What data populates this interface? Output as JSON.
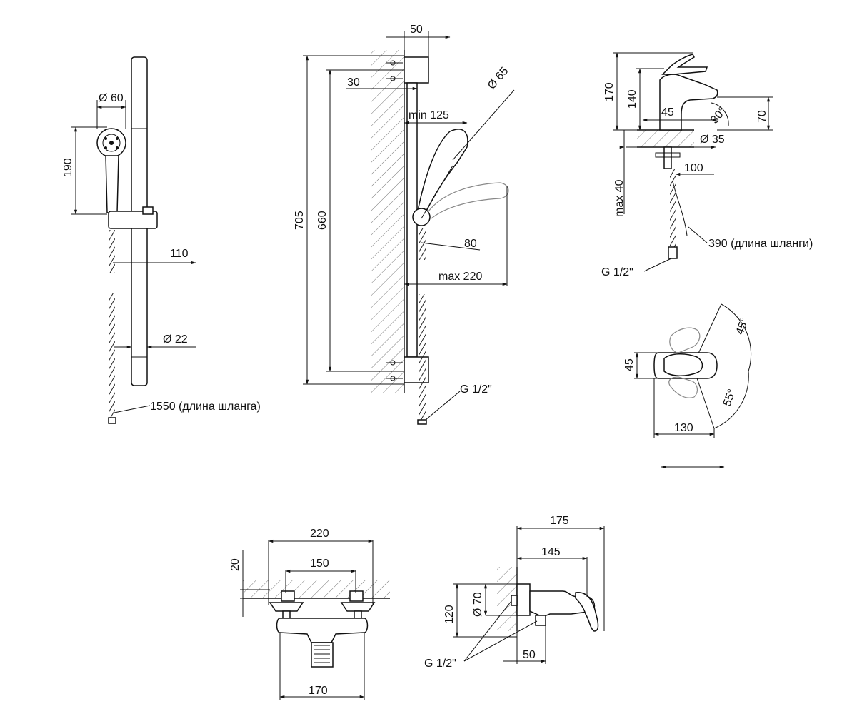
{
  "shower_set": {
    "diameter_head": "Ø 60",
    "head_height": "190",
    "bar_offset": "110",
    "bar_diameter": "Ø 22",
    "hose_length": "1550 (длина шланга)"
  },
  "shower_bar": {
    "wall_depth": "50",
    "bracket": "30",
    "total_height": "705",
    "spacing": "660",
    "head_diameter": "Ø 65",
    "min_reach": "min 125",
    "angle_len": "80",
    "max_reach": "max 220",
    "thread": "G 1/2\""
  },
  "basin_mixer": {
    "total_height": "170",
    "spout_height": "140",
    "width": "45",
    "angle": "30°",
    "reach": "70",
    "base_diameter": "Ø 35",
    "shank": "100",
    "max_thickness": "max 40",
    "hose": "390 (длина шланги)",
    "thread": "G 1/2\""
  },
  "top_view": {
    "angle_left": "45°",
    "angle_right": "55°",
    "width": "45",
    "length": "130"
  },
  "bath_front": {
    "total_width": "220",
    "centers": "150",
    "wall": "20",
    "bottom_width": "170"
  },
  "bath_side": {
    "depth": "175",
    "depth_inner": "145",
    "height": "120",
    "flange": "Ø 70",
    "outlet": "50",
    "thread": "G 1/2\""
  }
}
